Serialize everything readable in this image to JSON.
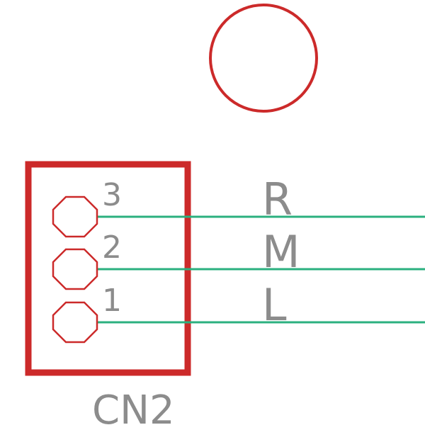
{
  "colors": {
    "outline": "#cc2a2a",
    "wire": "#2bb07f",
    "text": "#8c8c8c"
  },
  "connector": {
    "designator": "CN2",
    "pins": [
      {
        "number": "3",
        "net": "R"
      },
      {
        "number": "2",
        "net": "M"
      },
      {
        "number": "1",
        "net": "L"
      }
    ]
  },
  "icons": {
    "mounting_hole": "circle-outline"
  }
}
